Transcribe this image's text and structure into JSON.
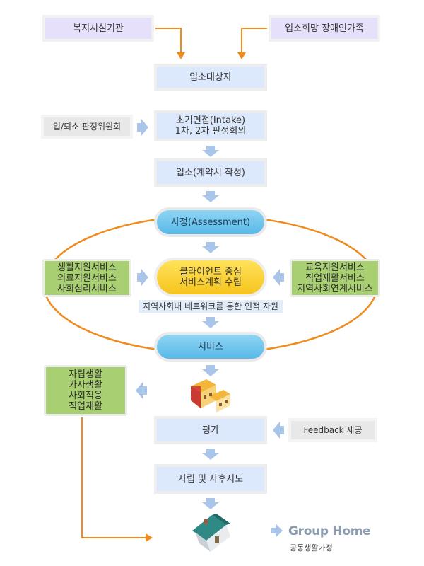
{
  "sources": {
    "left": "복지시설기관",
    "right": "입소희망 장애인가족"
  },
  "steps": {
    "target": "입소대상자",
    "interview": [
      "초기면접(Intake)",
      "1차, 2차 판정회의"
    ],
    "admission": "입소(계약서 작성)",
    "assessment": "사정(Assessment)",
    "core": [
      "클라이언트 중심",
      "서비스계획 수립"
    ],
    "network": "지역사회내 네트워크를 통한 인적 자원",
    "service": "서비스",
    "evaluation": "평가",
    "aftercare": "자립 및 사후지도"
  },
  "side": {
    "committee": "입/퇴소 판정위원회",
    "left_services": [
      "생활지원서비스",
      "의료지원서비스",
      "사회심리서비스"
    ],
    "right_services": [
      "교육지원서비스",
      "직업재활서비스",
      "지역사회연계서비스"
    ],
    "outcomes": [
      "자립생활",
      "가사생활",
      "사회적응",
      "직업재활"
    ],
    "feedback": "Feedback 제공"
  },
  "group_home": {
    "title": "Group Home",
    "subtitle": "공동생활가정"
  },
  "colors": {
    "arrow_orange": "#f08a1c",
    "chevron": "#a9c6ea",
    "pill_blue": "#58b9e8",
    "core_yellow": "#f6c41d",
    "green": "#a8cf72",
    "lavender": "#e6e0fb",
    "light_blue": "#dce8fb"
  },
  "icons": [
    "building-icon",
    "house-icon"
  ]
}
